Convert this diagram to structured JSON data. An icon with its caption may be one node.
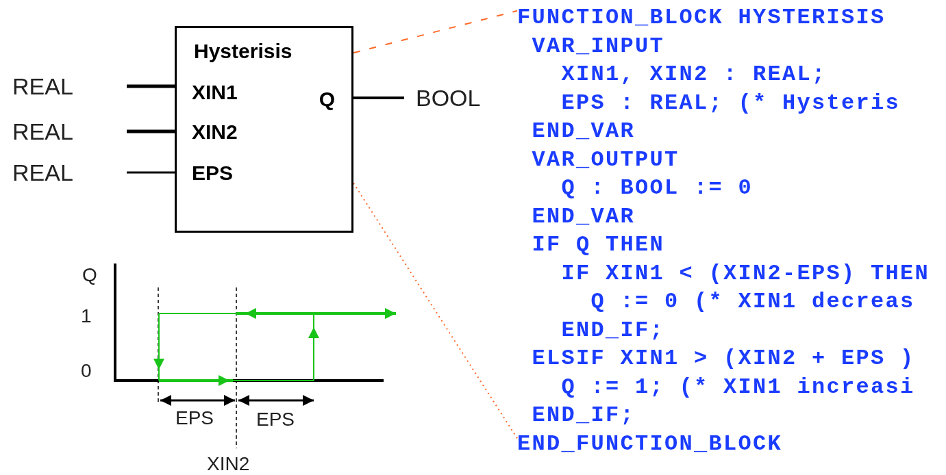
{
  "diagram": {
    "nodes": [
      {
        "text": [
          "Hysterisis"
        ]
      },
      {
        "text": [
          "XIN1"
        ],
        "in": 0
      },
      {
        "text": [
          "XIN2"
        ],
        "in": 0
      },
      {
        "text": [
          "EPS"
        ],
        "in": 0
      },
      {
        "text": [
          "Q"
        ],
        "in": 0
      },
      {
        "text": [
          "REAL"
        ]
      },
      {
        "text": [
          "REAL"
        ]
      },
      {
        "text": [
          "REAL"
        ]
      },
      {
        "text": [
          "BOOL"
        ]
      },
      {
        "text": [
          "FUNCTION_BLOCK HYSTERISIS",
          "VAR_INPUT",
          "XIN1, XIN2 : REAL;",
          "EPS : REAL; (* Hysteris",
          "END_VAR",
          "VAR_OUTPUT",
          "Q : BOOL := 0",
          "END_VAR",
          "IF Q THEN",
          "IF XIN1 < (XIN2-EPS) THEN",
          "Q := 0 (* XIN1 decreas",
          "END_IF;",
          "ELSIF XIN1 > (XIN2 + EPS )",
          "Q := 1; (* XIN1 increasi",
          "END_IF;",
          "END_FUNCTION_BLOCK"
        ]
      }
    ],
    "edges": [
      {
        "from": 5,
        "to": 1,
        "arrow": "none"
      },
      {
        "from": 6,
        "to": 2,
        "arrow": "none"
      },
      {
        "from": 7,
        "to": 3,
        "arrow": "none"
      },
      {
        "from": 4,
        "to": 8,
        "arrow": "none"
      },
      {
        "from": 0,
        "to": 9,
        "arrow": "none",
        "style": "dashed",
        "color": "#ff6a2a"
      },
      {
        "from": 0,
        "to": 9,
        "arrow": "none",
        "style": "dashed",
        "color": "#ff6a2a"
      }
    ],
    "labels": [
      "Q",
      "1",
      "0",
      "EPS",
      "EPS",
      "XIN2"
    ]
  }
}
